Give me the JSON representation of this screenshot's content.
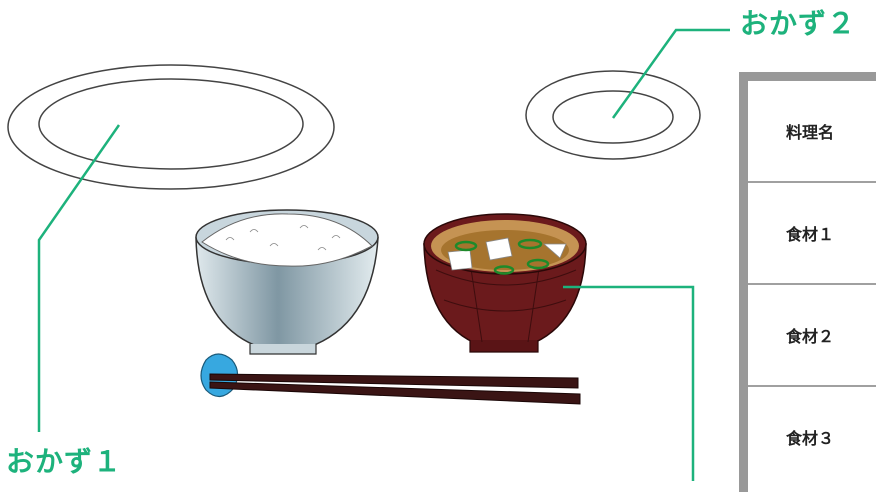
{
  "labels": {
    "okazu1": "おかず１",
    "okazu2": "おかず２"
  },
  "table": {
    "rows": [
      "料理名",
      "食材１",
      "食材２",
      "食材３"
    ]
  },
  "colors": {
    "callout": "#1db27c",
    "table_border": "#999999",
    "miso_bowl": "#6b1a1c",
    "rice_bowl": "#a9bcc6",
    "chopsticks": "#3a1414",
    "chopstick_rest": "#37a8e0"
  }
}
